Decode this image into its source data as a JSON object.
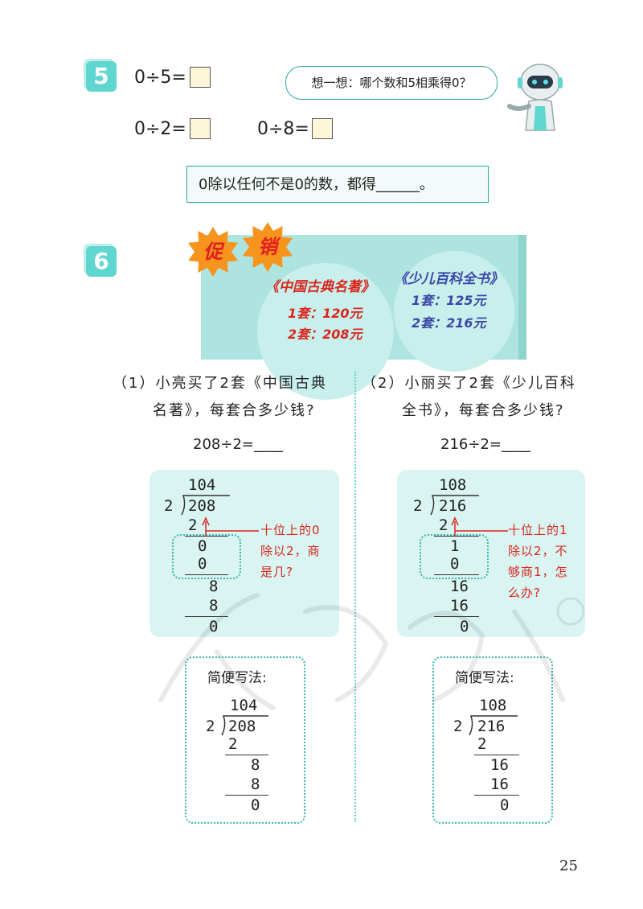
{
  "problem5": {
    "number": "5",
    "eq1": "0÷5=",
    "eq2": "0÷2=",
    "eq3": "0÷8=",
    "bubble": "想一想：哪个数和5相乘得0？",
    "rule": "0除以任何不是0的数，都得______。"
  },
  "problem6": {
    "number": "6",
    "promo": {
      "badge1": "促",
      "badge2": "销",
      "book1_title": "《中国古典名著》",
      "book1_price1": "1套：120元",
      "book1_price2": "2套：208元",
      "book2_title": "《少儿百科全书》",
      "book2_price1": "1套：125元",
      "book2_price2": "2套：216元"
    },
    "left": {
      "question_line1": "（1）小亮买了2套《中国古典",
      "question_line2": "名著》，每套合多少钱?",
      "equation": "208÷2=____",
      "work": {
        "quotient": "104",
        "divisor": "2",
        "dividend": "208",
        "rows": [
          "2",
          "0",
          "0",
          "8",
          "8",
          "0"
        ]
      },
      "note": [
        "十位上的0",
        "除以2，商",
        "是几?"
      ],
      "short_title": "简便写法:",
      "short": {
        "quotient": "104",
        "divisor": "2",
        "dividend": "208",
        "rows": [
          "2",
          "8",
          "8",
          "0"
        ]
      }
    },
    "right": {
      "question_line1": "（2）小丽买了2套《少儿百科",
      "question_line2": "全书》，每套合多少钱?",
      "equation": "216÷2=____",
      "work": {
        "quotient": "108",
        "divisor": "2",
        "dividend": "216",
        "rows": [
          "2",
          "1",
          "0",
          "16",
          "16",
          "0"
        ]
      },
      "note": [
        "十位上的1",
        "除以2，不",
        "够商1，怎",
        "么办?"
      ],
      "short_title": "简便写法:",
      "short": {
        "quotient": "108",
        "divisor": "2",
        "dividend": "216",
        "rows": [
          "2",
          "16",
          "16",
          "0"
        ]
      }
    }
  },
  "page_number": "25",
  "colors": {
    "teal": "#5fd6cf",
    "red": "#d8271e",
    "blue": "#3a47a6",
    "orange": "#f7941d"
  }
}
